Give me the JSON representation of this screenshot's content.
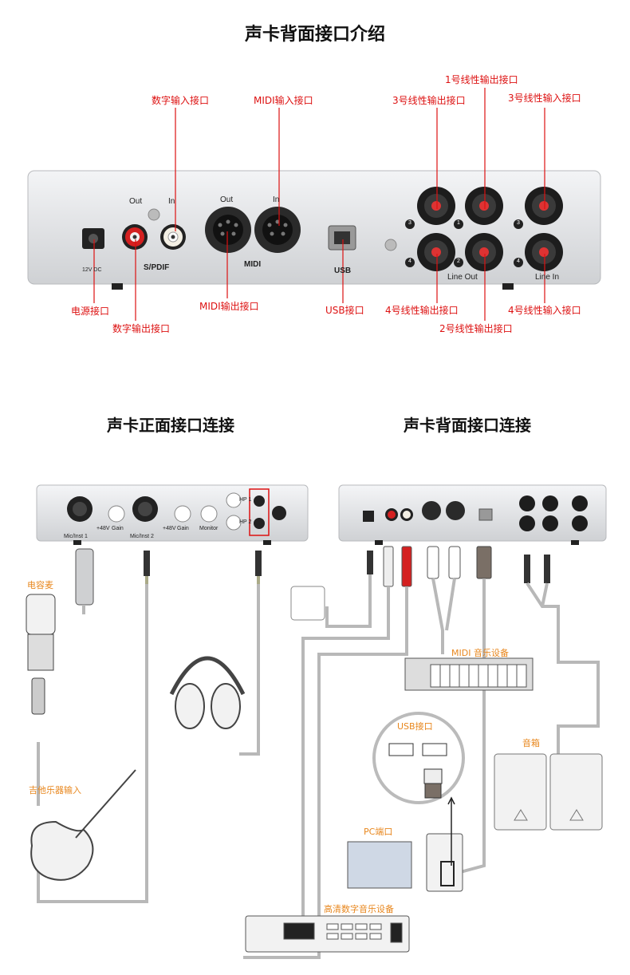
{
  "title": "声卡背面接口介绍",
  "top_callouts": {
    "digital_in": "数字输入接口",
    "midi_in": "MIDI输入接口",
    "line_out_1": "1号线性输出接口",
    "line_out_3": "3号线性输出接口",
    "line_in_3": "3号线性输入接口",
    "power": "电源接口",
    "digital_out": "数字输出接口",
    "midi_out": "MIDI输出接口",
    "usb": "USB接口",
    "line_out_4": "4号线性输出接口",
    "line_out_2": "2号线性输出接口",
    "line_in_4": "4号线性输入接口"
  },
  "panel_labels": {
    "out": "Out",
    "in": "In",
    "midi_out": "Out",
    "midi_in": "In",
    "spdif": "S/PDIF",
    "midi": "MIDI",
    "usb": "USB",
    "dc": "12V DC",
    "line_out": "Line Out",
    "line_in": "Line In",
    "n1": "1",
    "n2": "2",
    "n3": "3",
    "n4": "4",
    "n3b": "3",
    "n4b": "4"
  },
  "front_section": "声卡正面接口连接",
  "back_section": "声卡背面接口连接",
  "front_panel": {
    "mic1": "Mic/Inst 1",
    "mic2": "Mic/Inst 2",
    "gain1": "Gain",
    "gain2": "Gain",
    "monitor": "Monitor",
    "p48a": "+48V",
    "p48b": "+48V",
    "hp1": "HP 1",
    "hp2": "HP 2"
  },
  "devices": {
    "condenser_mic": "电容麦",
    "guitar_input": "吉他乐器输入",
    "midi_device": "MIDI 音乐设备",
    "usb_port": "USB接口",
    "speakers": "音箱",
    "pc_port": "PC端口",
    "hd_music": "高清数字音乐设备"
  },
  "colors": {
    "callout": "#dd1111",
    "device_label": "#e8871e",
    "rca_red": "#d42020",
    "panel": "#e4e5e7"
  }
}
